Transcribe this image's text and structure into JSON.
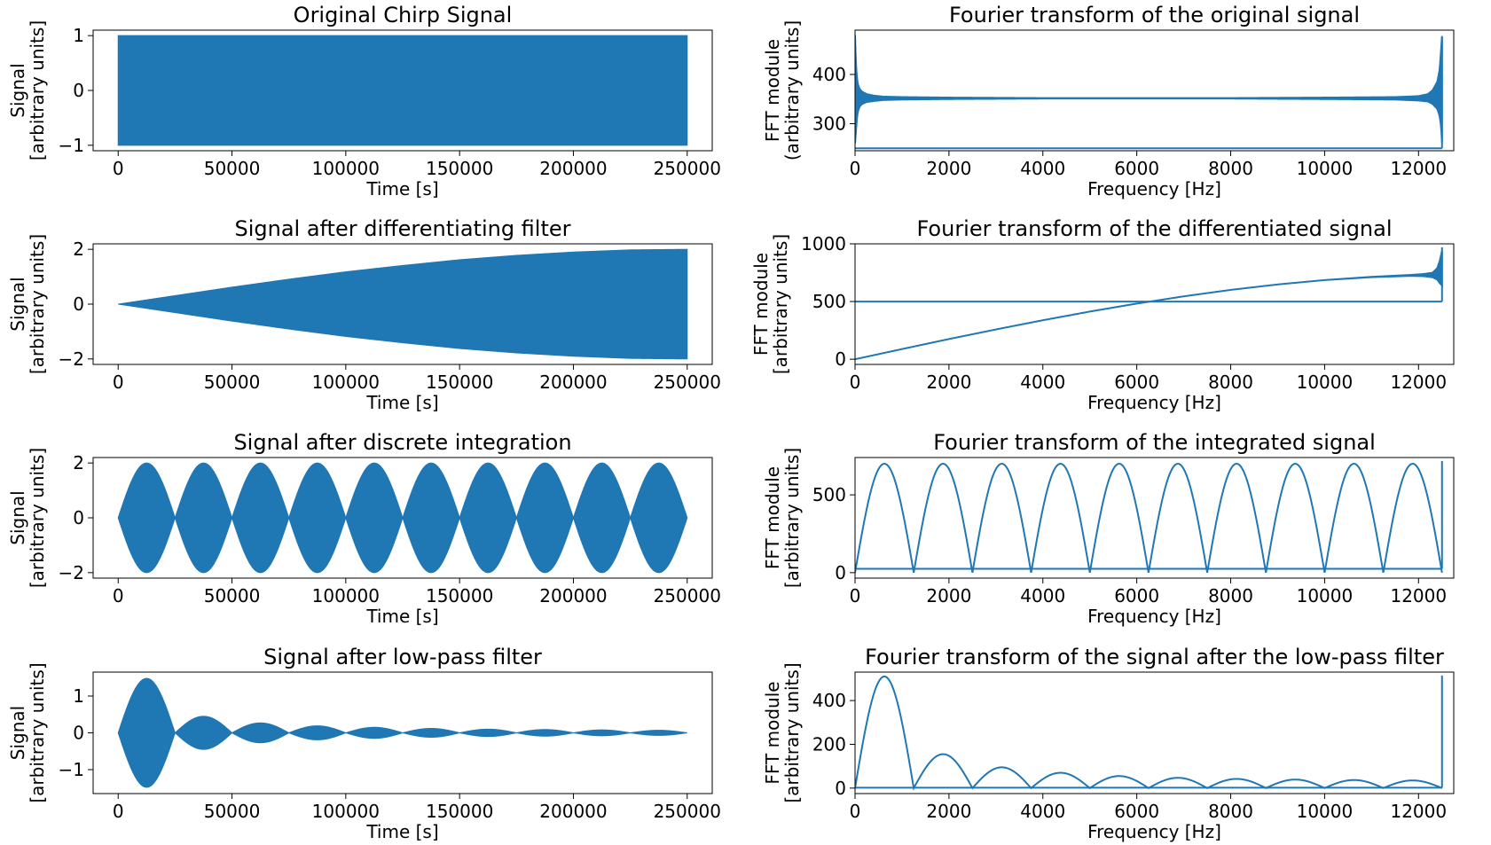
{
  "colors": {
    "series": "#1f77b4",
    "axes": "#000000",
    "background": "#ffffff"
  },
  "chart_data": [
    {
      "type": "area",
      "title": "Original Chirp Signal",
      "xlabel": "Time [s]",
      "ylabel": [
        "Signal",
        "[arbitrary units]"
      ],
      "xlim": [
        -11000,
        261000
      ],
      "ylim": [
        -1.1,
        1.1
      ],
      "xticks": [
        0,
        50000,
        100000,
        150000,
        200000,
        250000
      ],
      "yticks": [
        -1,
        0,
        1
      ],
      "series": [
        {
          "envelope": "constant",
          "x": [
            0,
            250000
          ],
          "upper": [
            1,
            1
          ],
          "lower": [
            -1,
            -1
          ]
        }
      ],
      "grid": false
    },
    {
      "type": "line",
      "title": "Fourier transform of the original signal",
      "xlabel": "Frequency [Hz]",
      "ylabel": [
        "FFT module",
        "(arbitrary units]"
      ],
      "xlim": [
        0,
        12750
      ],
      "ylim": [
        245,
        490
      ],
      "xticks": [
        0,
        2000,
        4000,
        6000,
        8000,
        10000,
        12000
      ],
      "yticks": [
        300,
        400
      ],
      "series": [
        {
          "x": [
            0,
            20,
            40,
            60,
            100,
            150,
            250,
            400,
            600,
            1000,
            2000,
            4000,
            6000,
            8000,
            10000,
            11500,
            12000,
            12200,
            12300,
            12400,
            12450,
            12480,
            12500
          ],
          "upper": [
            480,
            420,
            395,
            380,
            370,
            365,
            360,
            357,
            355,
            354,
            353,
            352,
            352,
            352,
            353,
            354,
            356,
            360,
            368,
            385,
            410,
            450,
            478
          ],
          "lower": [
            260,
            285,
            310,
            325,
            335,
            340,
            344,
            346,
            348,
            349,
            350,
            351,
            351,
            351,
            350,
            349,
            347,
            345,
            340,
            330,
            315,
            295,
            262
          ]
        }
      ],
      "baseline": 250,
      "grid": false
    },
    {
      "type": "area",
      "title": "Signal after differentiating filter",
      "xlabel": "Time [s]",
      "ylabel": [
        "Signal",
        "[arbitrary units]"
      ],
      "xlim": [
        -11000,
        261000
      ],
      "ylim": [
        -2.2,
        2.2
      ],
      "xticks": [
        0,
        50000,
        100000,
        150000,
        200000,
        250000
      ],
      "yticks": [
        -2,
        0,
        2
      ],
      "series": [
        {
          "envelope": "sine",
          "x": [
            0,
            25000,
            50000,
            75000,
            100000,
            125000,
            150000,
            175000,
            200000,
            225000,
            250000
          ],
          "upper": [
            0,
            0.31,
            0.62,
            0.91,
            1.18,
            1.41,
            1.62,
            1.78,
            1.9,
            1.98,
            2.0
          ]
        }
      ],
      "grid": false
    },
    {
      "type": "line",
      "title": "Fourier transform of the differentiated signal",
      "xlabel": "Frequency [Hz]",
      "ylabel": [
        "FFT module",
        "[arbitrary units]"
      ],
      "xlim": [
        0,
        12750
      ],
      "ylim": [
        -45,
        1000
      ],
      "xticks": [
        0,
        2000,
        4000,
        6000,
        8000,
        10000,
        12000
      ],
      "yticks": [
        0,
        500,
        1000
      ],
      "series": [
        {
          "x": [
            0,
            1000,
            2000,
            3000,
            4000,
            5000,
            6000,
            7000,
            8000,
            9000,
            10000,
            11000,
            11800,
            12100,
            12300,
            12400,
            12450,
            12500
          ],
          "upper": [
            0,
            88,
            175,
            258,
            338,
            413,
            482,
            545,
            601,
            648,
            686,
            714,
            730,
            738,
            750,
            790,
            850,
            940
          ],
          "lower": [
            0,
            88,
            175,
            258,
            338,
            413,
            482,
            545,
            601,
            648,
            686,
            711,
            722,
            720,
            710,
            690,
            660,
            640
          ]
        }
      ],
      "baseline": 500,
      "grid": false
    },
    {
      "type": "area",
      "title": "Signal after discrete integration",
      "xlabel": "Time [s]",
      "ylabel": [
        "Signal",
        "[arbitrary units]"
      ],
      "xlim": [
        -11000,
        261000
      ],
      "ylim": [
        -2.2,
        2.2
      ],
      "xticks": [
        0,
        50000,
        100000,
        150000,
        200000,
        250000
      ],
      "yticks": [
        -2,
        0,
        2
      ],
      "series": [
        {
          "envelope": "periodic-lobes",
          "period": 25000,
          "peak": 2.0,
          "x_end": 250000
        }
      ],
      "grid": false
    },
    {
      "type": "line",
      "title": "Fourier transform of the integrated signal",
      "xlabel": "Frequency [Hz]",
      "ylabel": [
        "FFT module",
        "[arbitrary units]"
      ],
      "xlim": [
        0,
        12750
      ],
      "ylim": [
        -35,
        740
      ],
      "xticks": [
        0,
        2000,
        4000,
        6000,
        8000,
        10000,
        12000
      ],
      "yticks": [
        0,
        500
      ],
      "series": [
        {
          "shape": "periodic-lobes",
          "period": 1250,
          "peak": 700,
          "x_end": 12500
        }
      ],
      "baseline": 25,
      "grid": false
    },
    {
      "type": "area",
      "title": "Signal after low-pass filter",
      "xlabel": "Time [s]",
      "ylabel": [
        "Signal",
        "[arbitrary units]"
      ],
      "xlim": [
        -11000,
        261000
      ],
      "ylim": [
        -1.65,
        1.65
      ],
      "xticks": [
        0,
        50000,
        100000,
        150000,
        200000,
        250000
      ],
      "yticks": [
        -1,
        0,
        1
      ],
      "series": [
        {
          "envelope": "decaying-lobes",
          "period": 25000,
          "peaks": [
            1.48,
            0.45,
            0.27,
            0.19,
            0.15,
            0.12,
            0.1,
            0.09,
            0.08,
            0.07
          ]
        }
      ],
      "grid": false
    },
    {
      "type": "line",
      "title": "Fourier transform of the signal after the low-pass filter",
      "xlabel": "Frequency [Hz]",
      "ylabel": [
        "FFT module",
        "[arbitrary units]"
      ],
      "xlim": [
        0,
        12750
      ],
      "ylim": [
        -25,
        530
      ],
      "xticks": [
        0,
        2000,
        4000,
        6000,
        8000,
        10000,
        12000
      ],
      "yticks": [
        0,
        200,
        400
      ],
      "series": [
        {
          "shape": "decaying-lobes",
          "period": 1250,
          "peaks": [
            510,
            155,
            95,
            70,
            55,
            47,
            42,
            39,
            37,
            35
          ]
        }
      ],
      "baseline": 2,
      "grid": false
    }
  ]
}
